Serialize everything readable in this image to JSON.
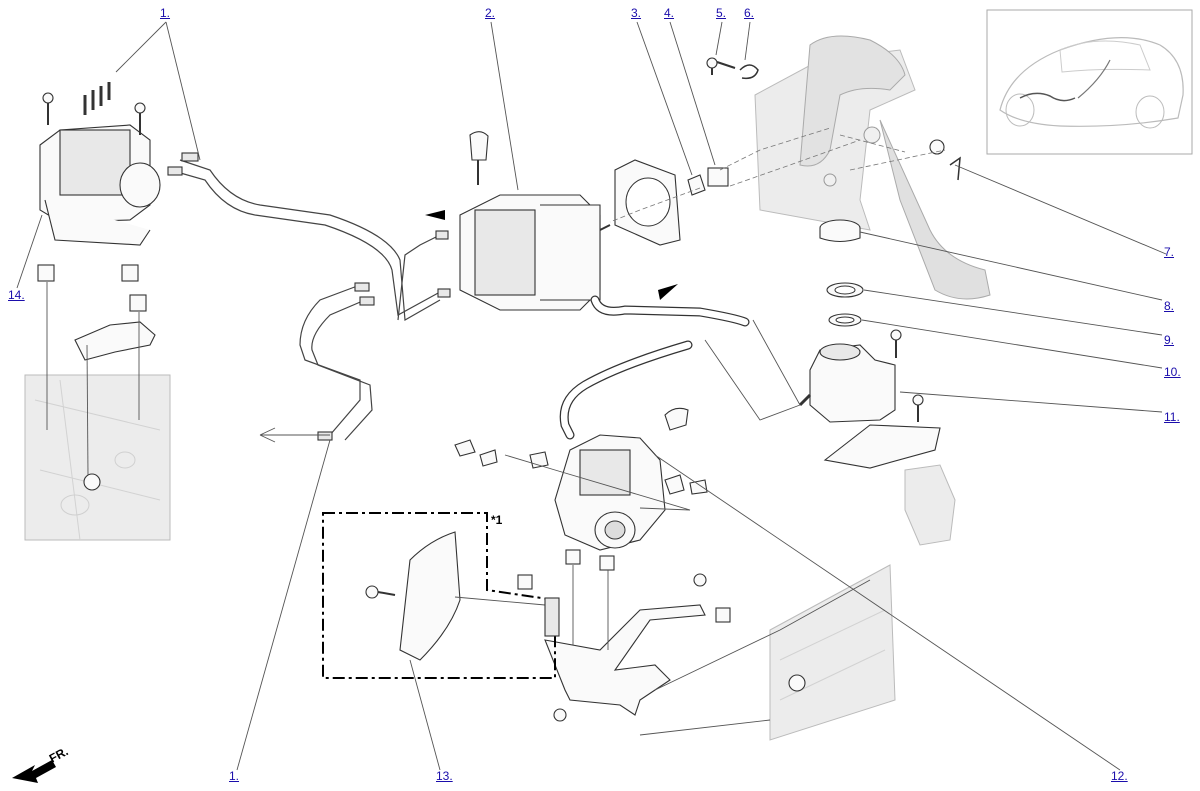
{
  "callouts": [
    {
      "label": "1."
    },
    {
      "label": "2."
    },
    {
      "label": "3."
    },
    {
      "label": "4."
    },
    {
      "label": "5."
    },
    {
      "label": "6."
    },
    {
      "label": "7."
    },
    {
      "label": "8."
    },
    {
      "label": "9."
    },
    {
      "label": "10."
    },
    {
      "label": "11."
    },
    {
      "label": "12."
    },
    {
      "label": "13."
    },
    {
      "label": "14."
    },
    {
      "label": "1."
    }
  ],
  "note_mark": "*1",
  "front_indicator": "FR."
}
